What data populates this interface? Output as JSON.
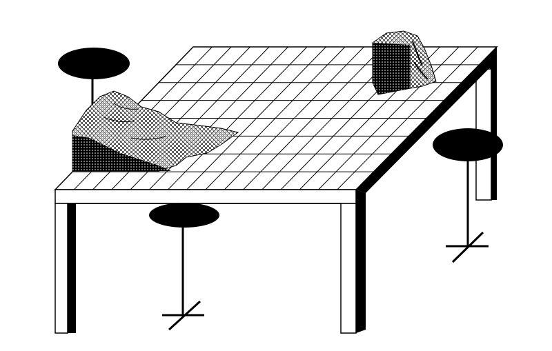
{
  "illustration": {
    "ink_color": "#000000",
    "paper_color": "#ffffff",
    "objects": [
      "table",
      "tiled-tabletop",
      "stool",
      "stool",
      "stool",
      "rock-landscape",
      "rock-block"
    ]
  }
}
